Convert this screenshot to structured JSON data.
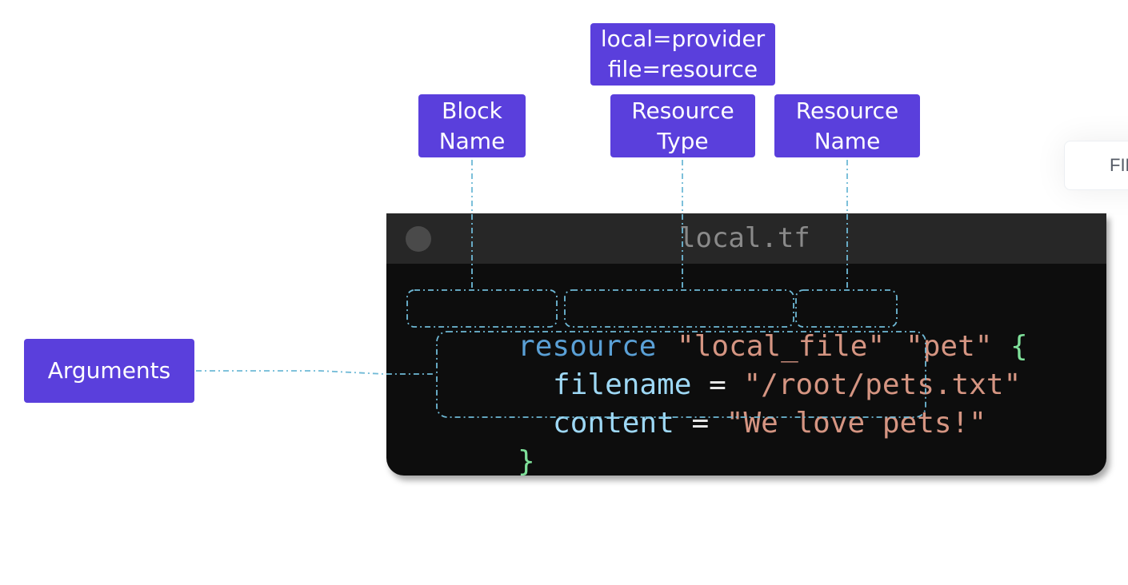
{
  "labels": {
    "block_name": [
      "Block",
      "Name"
    ],
    "provider_resource": [
      "local=provider",
      "file=resource"
    ],
    "resource_type": [
      "Resource",
      "Type"
    ],
    "resource_name": [
      "Resource",
      "Name"
    ],
    "arguments": "Arguments"
  },
  "side_card_text": "FIL",
  "editor": {
    "filename": "local.tf",
    "lines": {
      "line1": {
        "keyword": "resource",
        "type": "\"local_file\"",
        "name": "\"pet\"",
        "open": "{"
      },
      "line2": {
        "attr": "filename",
        "op": " = ",
        "value": "\"/root/pets.txt\""
      },
      "line3": {
        "attr": "content",
        "op": " = ",
        "value": "\"We love pets!\""
      },
      "line4": {
        "close": "}"
      }
    }
  },
  "colors": {
    "label_bg": "#5a3fdc",
    "editor_bg": "#0d0d0d",
    "titlebar_bg": "#272727",
    "keyword": "#5aa0d6",
    "string": "#d59582",
    "attribute": "#9ed8f5",
    "brace": "#7fe09a",
    "connector": "#6fb9d6"
  }
}
